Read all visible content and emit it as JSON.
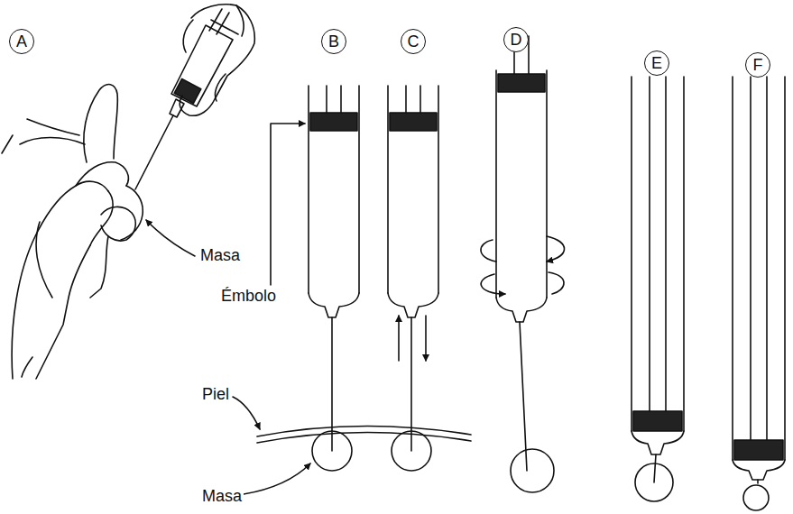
{
  "diagram": {
    "nodes": [
      {
        "text": [
          "A"
        ]
      },
      {
        "text": [
          "B"
        ]
      },
      {
        "text": [
          "C"
        ]
      },
      {
        "text": [
          "D"
        ]
      },
      {
        "text": [
          "E"
        ]
      },
      {
        "text": [
          "F"
        ]
      }
    ],
    "labels": [
      "Émbolo",
      "Masa",
      "Piel",
      "Masa"
    ]
  }
}
